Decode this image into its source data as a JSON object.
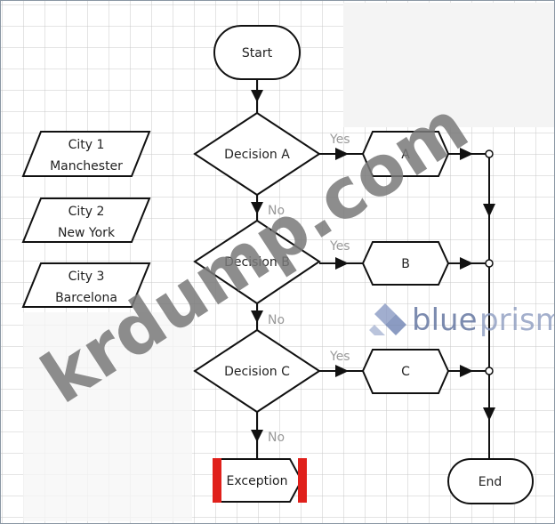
{
  "nodes": {
    "start": "Start",
    "decision_a": "Decision A",
    "decision_b": "Decision B",
    "decision_c": "Decision C",
    "action_a": "A",
    "action_b": "B",
    "action_c": "C",
    "exception": "Exception",
    "end": "End"
  },
  "edge_labels": {
    "yes": "Yes",
    "no": "No"
  },
  "cities": [
    {
      "line1": "City 1",
      "line2": "Manchester"
    },
    {
      "line1": "City 2",
      "line2": "New York"
    },
    {
      "line1": "City 3",
      "line2": "Barcelona"
    }
  ],
  "logo": {
    "text_a": "blue",
    "text_b": "prism"
  },
  "watermark": "krdump.com",
  "colors": {
    "exception_bar": "#e0201b",
    "logo_blue": "#5c6f9c",
    "watermark": "#7a7a7a"
  }
}
